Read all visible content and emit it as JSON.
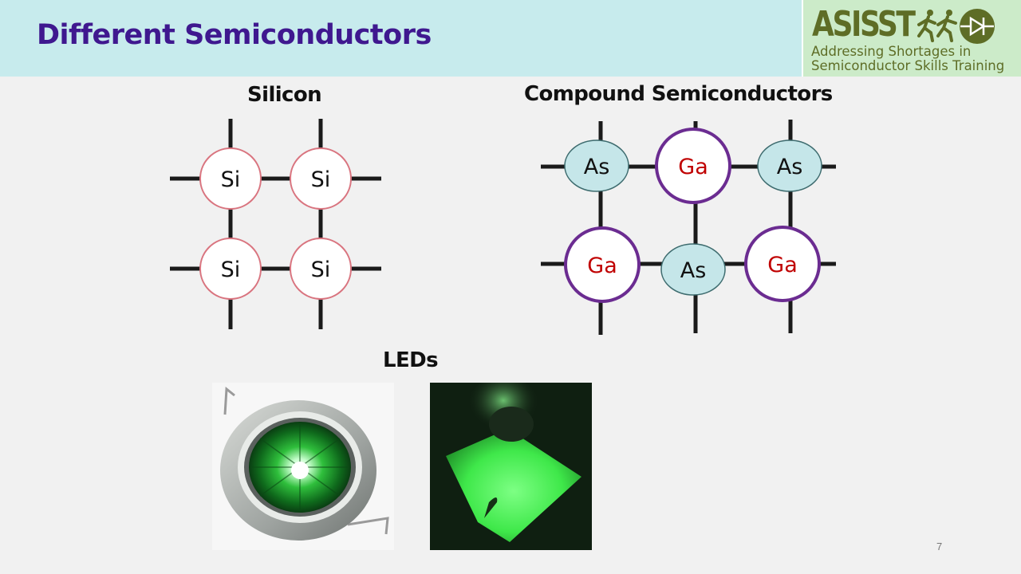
{
  "slide": {
    "title": "Different Semiconductors",
    "page_number": "7"
  },
  "logo": {
    "name": "ASISST",
    "tagline_line1": "Addressing Shortages in",
    "tagline_line2": "Semiconductor Skills Training"
  },
  "silicon": {
    "heading": "Silicon",
    "atoms": [
      "Si",
      "Si",
      "Si",
      "Si"
    ]
  },
  "compound": {
    "heading": "Compound Semiconductors",
    "atoms": [
      "As",
      "Ga",
      "As",
      "Ga",
      "As",
      "Ga"
    ]
  },
  "leds": {
    "heading": "LEDs"
  },
  "colors": {
    "title": "#3f188f",
    "title_bar": "#c7ebed",
    "logo_bg": "#ccebc9",
    "logo_text": "#5e6d26",
    "si_ring": "#d9747f",
    "ga_ring": "#6b2c91",
    "ga_text": "#c00000",
    "as_fill": "#c5e6e9",
    "led_green": "#3fe84a"
  }
}
